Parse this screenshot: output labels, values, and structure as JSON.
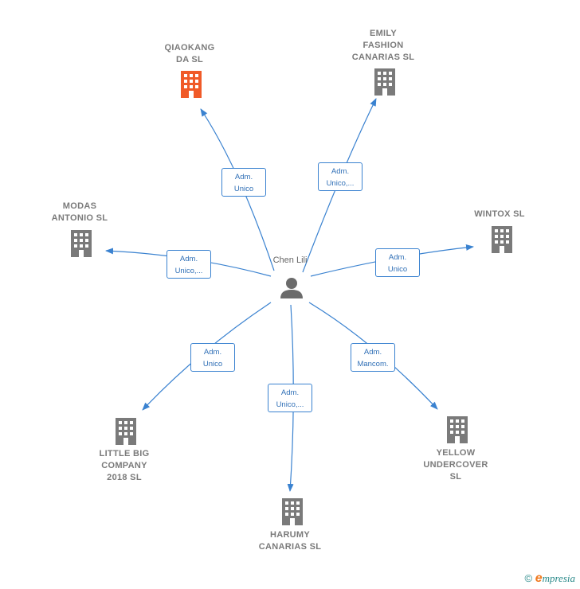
{
  "center": {
    "name": "Chen Lili",
    "icon": "person-icon"
  },
  "nodes": [
    {
      "id": "qiaokang",
      "label": "QIAOKANG\nDA  SL",
      "color": "#f05a28",
      "icon": "building-icon"
    },
    {
      "id": "emily",
      "label": "EMILY\nFASHION\nCANARIAS  SL",
      "color": "#7a7a7a",
      "icon": "building-icon"
    },
    {
      "id": "modas",
      "label": "MODAS\nANTONIO SL",
      "color": "#7a7a7a",
      "icon": "building-icon"
    },
    {
      "id": "wintox",
      "label": "WINTOX  SL",
      "color": "#7a7a7a",
      "icon": "building-icon"
    },
    {
      "id": "littlebig",
      "label": "LITTLE BIG\nCOMPANY\n2018  SL",
      "color": "#7a7a7a",
      "icon": "building-icon"
    },
    {
      "id": "yellow",
      "label": "YELLOW\nUNDERCOVER\nSL",
      "color": "#7a7a7a",
      "icon": "building-icon"
    },
    {
      "id": "harumy",
      "label": "HARUMY\nCANARIAS  SL",
      "color": "#7a7a7a",
      "icon": "building-icon"
    }
  ],
  "edges": [
    {
      "to": "qiaokang",
      "label": "Adm.\nUnico"
    },
    {
      "to": "emily",
      "label": "Adm.\nUnico,..."
    },
    {
      "to": "modas",
      "label": "Adm.\nUnico,..."
    },
    {
      "to": "wintox",
      "label": "Adm.\nUnico"
    },
    {
      "to": "littlebig",
      "label": "Adm.\nUnico"
    },
    {
      "to": "yellow",
      "label": "Adm.\nMancom."
    },
    {
      "to": "harumy",
      "label": "Adm.\nUnico,..."
    }
  ],
  "colors": {
    "edge": "#3a82d0",
    "building": "#7a7a7a",
    "highlight": "#f05a28",
    "person": "#6b6b6b"
  },
  "brand": {
    "copyright": "©",
    "name_initial": "e",
    "name_rest": "mpresia"
  }
}
